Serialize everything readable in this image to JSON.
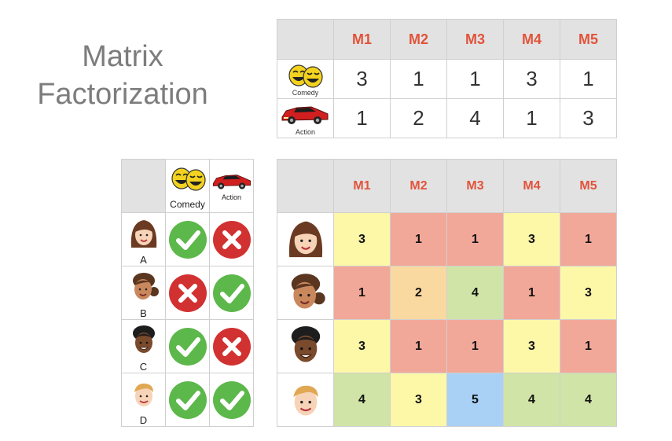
{
  "title": {
    "line1": "Matrix",
    "line2": "Factorization"
  },
  "movies": [
    "M1",
    "M2",
    "M3",
    "M4",
    "M5"
  ],
  "features": {
    "comedy": "Comedy",
    "action": "Action"
  },
  "item_features": {
    "comedy": [
      3,
      1,
      1,
      3,
      1
    ],
    "action": [
      1,
      2,
      4,
      1,
      3
    ]
  },
  "users": [
    {
      "label": "A",
      "comedy": true,
      "action": false
    },
    {
      "label": "B",
      "comedy": false,
      "action": true
    },
    {
      "label": "C",
      "comedy": true,
      "action": false
    },
    {
      "label": "D",
      "comedy": true,
      "action": true
    }
  ],
  "ratings": [
    [
      3,
      1,
      1,
      3,
      1
    ],
    [
      1,
      2,
      4,
      1,
      3
    ],
    [
      3,
      1,
      1,
      3,
      1
    ],
    [
      4,
      3,
      5,
      4,
      4
    ]
  ],
  "colors": {
    "header_text": "#e2533a",
    "check": "#5cb84a",
    "cross": "#d23131",
    "rating_1": "#f2a898",
    "rating_2": "#fad9a0",
    "rating_3": "#fdf7a8",
    "rating_4": "#cfe4a6",
    "rating_5": "#a9d0f5"
  },
  "icons": {
    "comedy": "comedy-masks-icon",
    "action": "red-sports-car-icon",
    "like": "green-check-icon",
    "dislike": "red-x-icon"
  }
}
